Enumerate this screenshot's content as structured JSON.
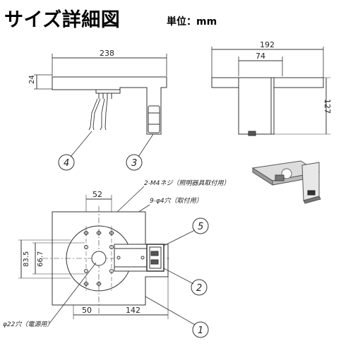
{
  "header": {
    "title": "サイズ詳細図",
    "unit": "単位：mm"
  },
  "dimensions": {
    "side_width": "238",
    "side_height": "24",
    "front_width": "192",
    "front_inner": "74",
    "front_height": "127",
    "plate_52": "52",
    "plate_835": "83.5",
    "plate_667": "66.7",
    "plate_50": "50",
    "plate_142": "142"
  },
  "annotations": {
    "screw": "2-M4ネジ（照明器具取付用）",
    "holes": "9-φ4穴（取付用）",
    "power_hole": "φ22穴（電源用）"
  },
  "callouts": [
    "1",
    "2",
    "3",
    "4",
    "5"
  ]
}
